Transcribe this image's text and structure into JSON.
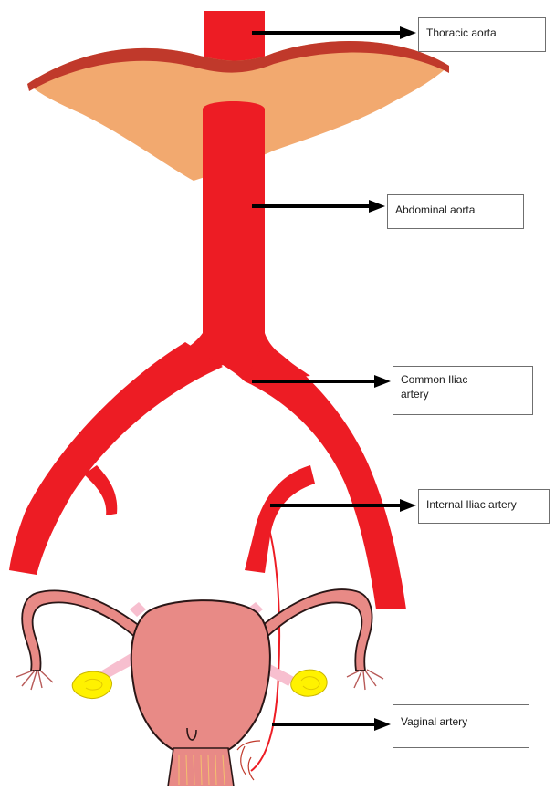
{
  "labels": {
    "thoracic_aorta": "Thoracic aorta",
    "abdominal_aorta": "Abdominal aorta",
    "common_iliac_line1": "Common Iliac",
    "common_iliac_line2": "artery",
    "internal_iliac": "Internal Iliac artery",
    "vaginal_artery": "Vaginal artery"
  },
  "colors": {
    "artery": "#ed1c24",
    "diaphragm_fill": "#f2a96f",
    "diaphragm_edge": "#c0392b",
    "uterus_fill": "#e88a86",
    "uterus_outline": "#2a1616",
    "ovary": "#fff200",
    "ligament": "#f7bfcf",
    "arrow": "#000000"
  }
}
